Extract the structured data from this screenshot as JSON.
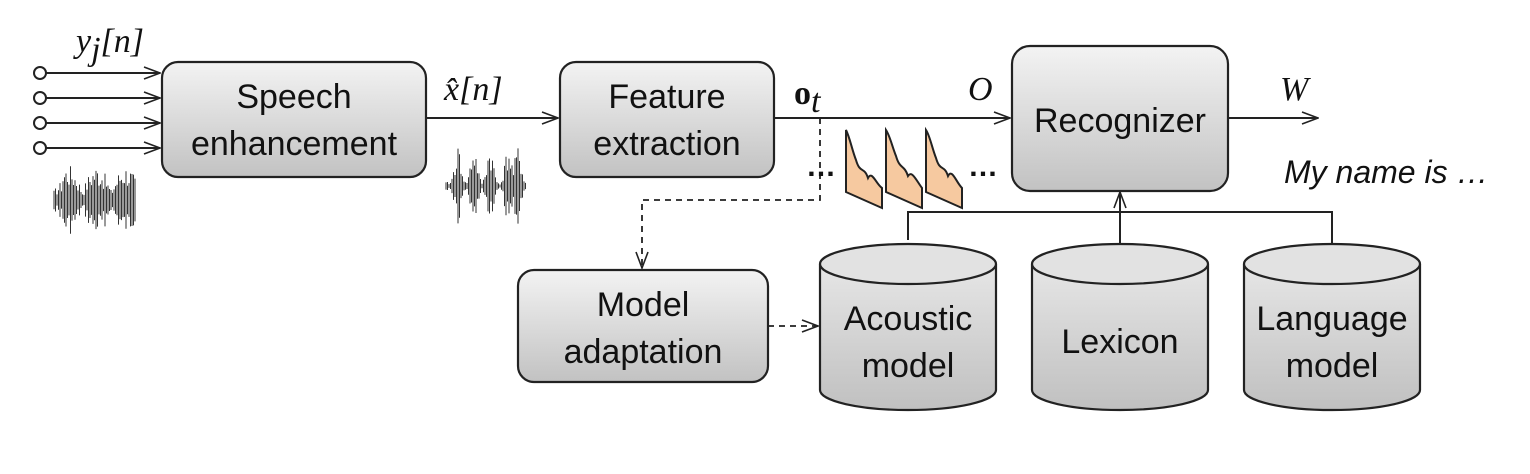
{
  "blocks": {
    "speech_enhancement": [
      "Speech",
      "enhancement"
    ],
    "feature_extraction": [
      "Feature",
      "extraction"
    ],
    "recognizer": [
      "Recognizer"
    ],
    "model_adaptation": [
      "Model",
      "adaptation"
    ]
  },
  "databases": {
    "acoustic_model": [
      "Acoustic",
      "model"
    ],
    "lexicon": [
      "Lexicon"
    ],
    "language_model": [
      "Language",
      "model"
    ]
  },
  "signals": {
    "input_main": "y",
    "input_sub": "j",
    "input_arg": "[n]",
    "enhanced_main": "x̂",
    "enhanced_arg": "[n]",
    "feature_main": "o",
    "feature_sub": "t",
    "observation": "O",
    "word_sequence": "W"
  },
  "ellipsis": "…",
  "output_text": "My name is …",
  "colors": {
    "box_fill_top": "#f2f2f2",
    "box_fill_bottom": "#c4c4c4",
    "frame_fill": "#f6c9a0",
    "stroke": "#222222"
  }
}
